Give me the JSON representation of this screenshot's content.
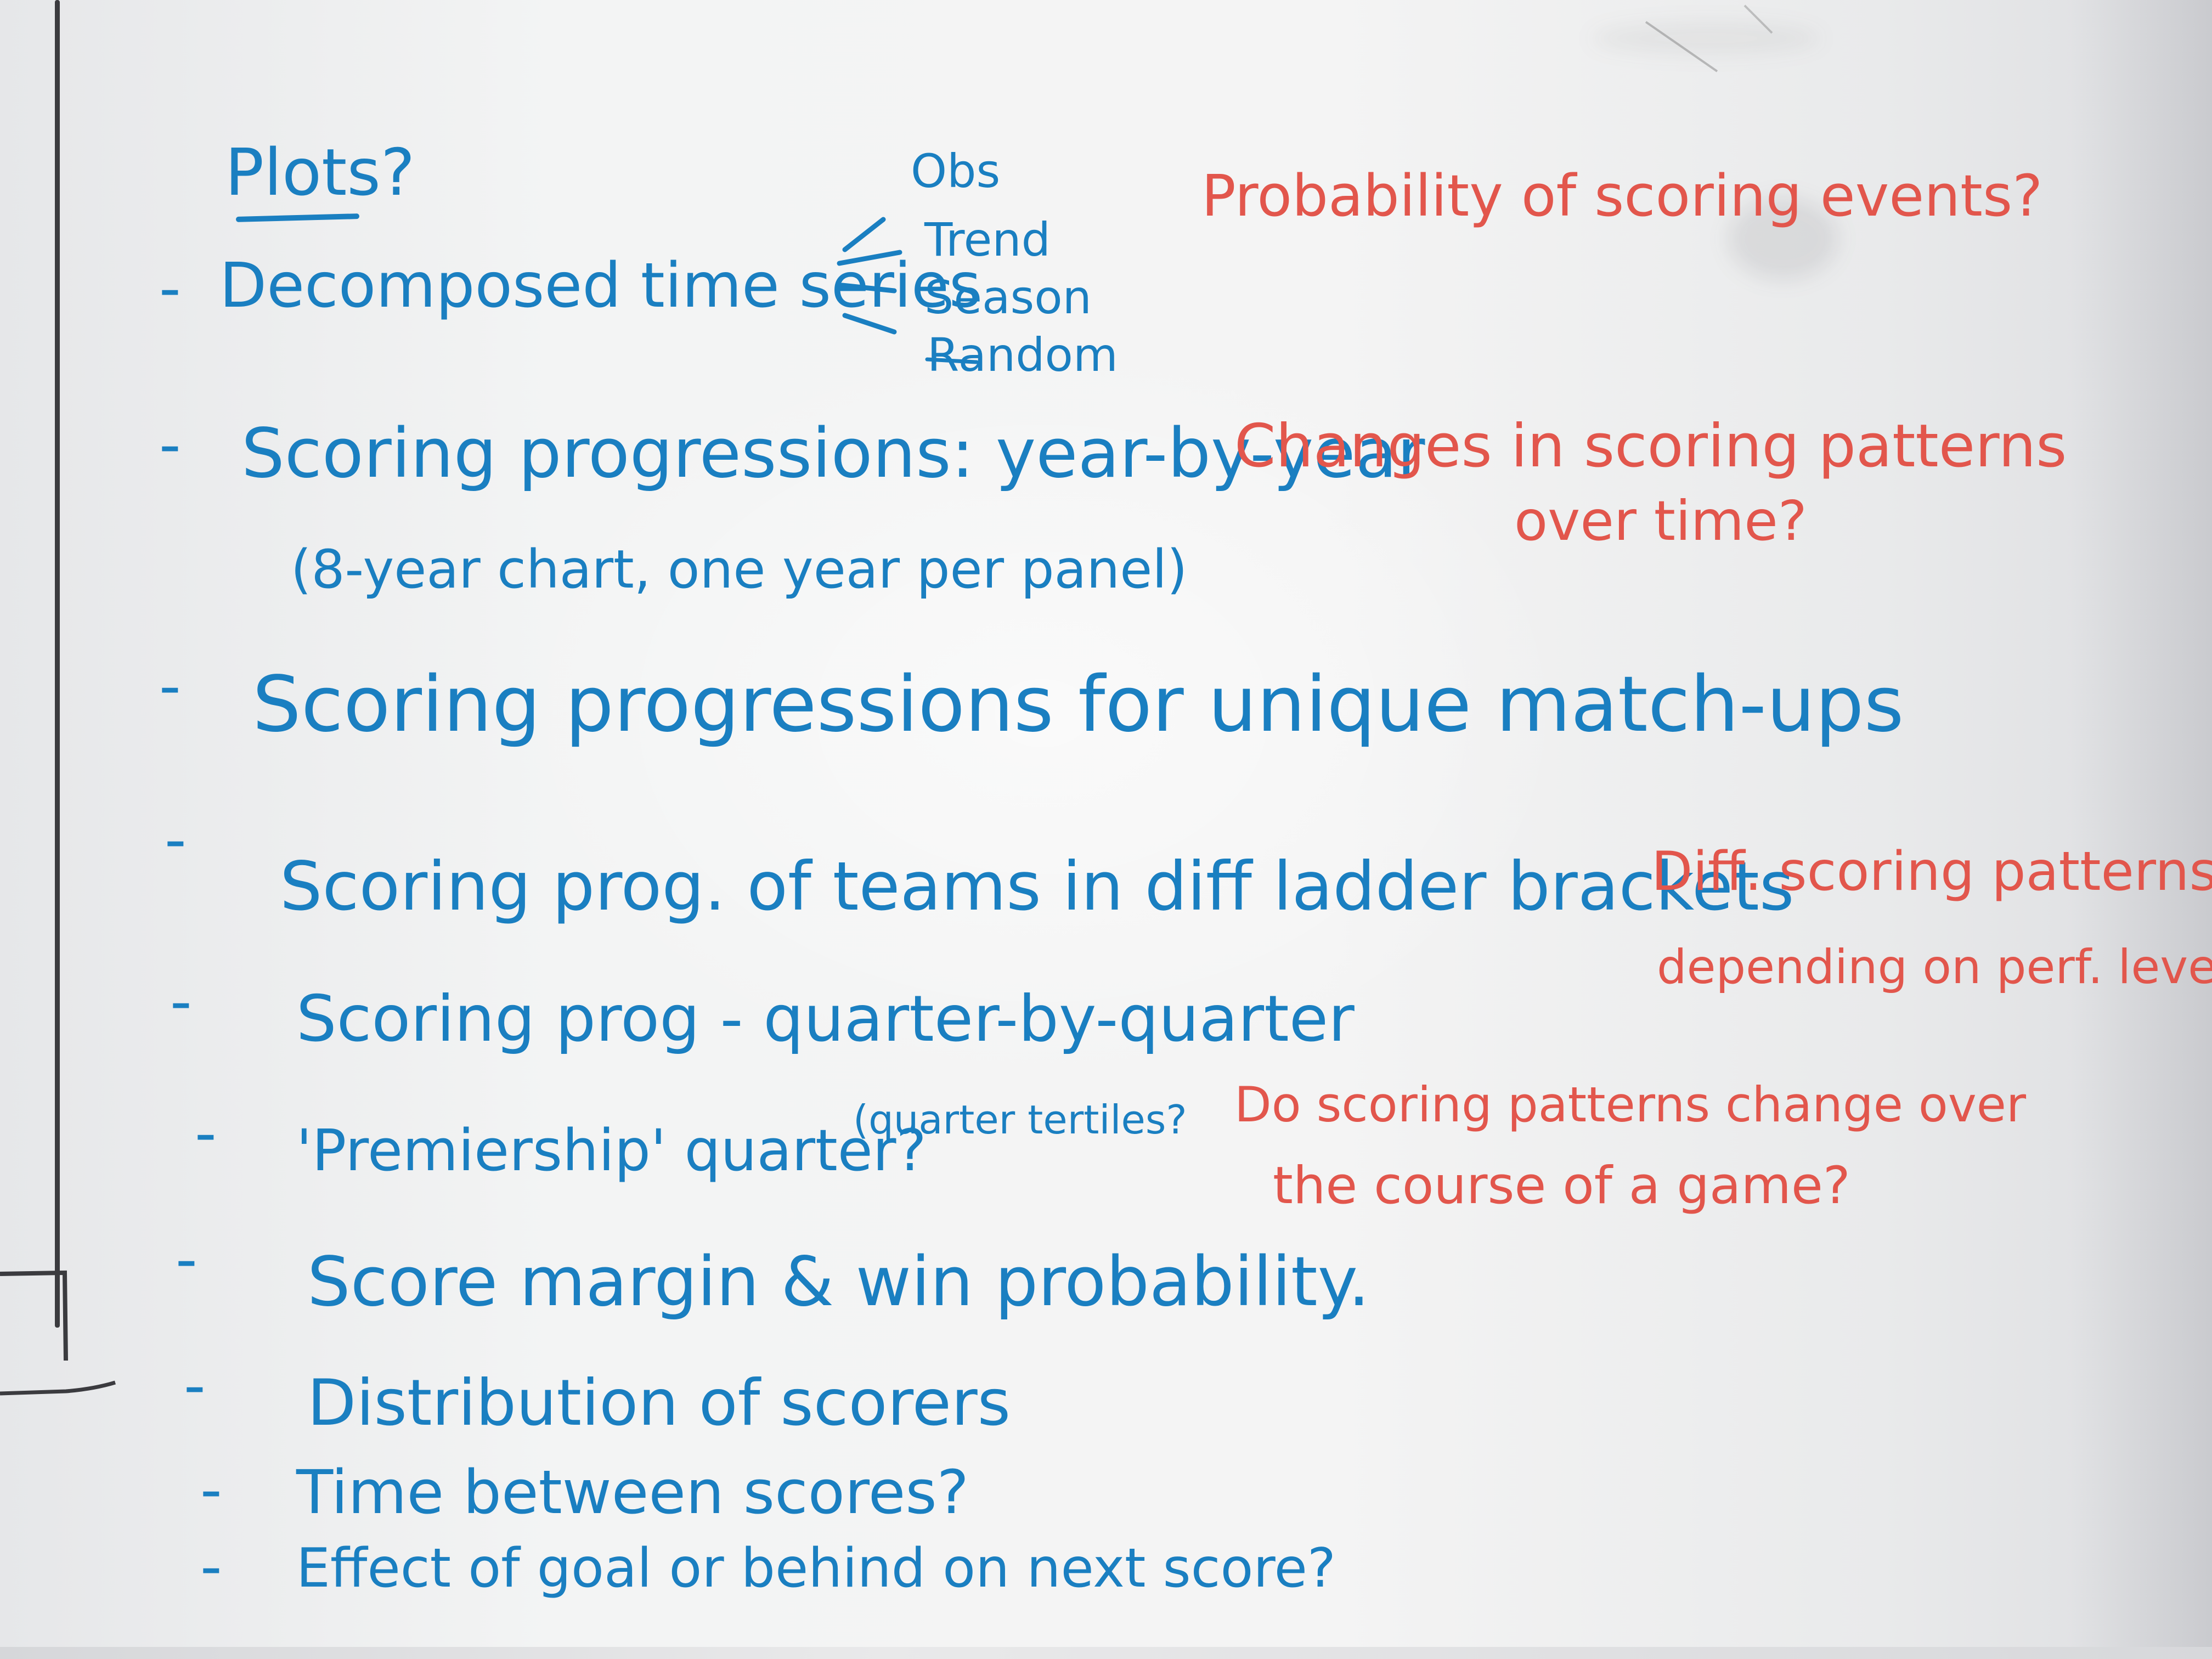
{
  "whiteboard": {
    "heading": "Plots?",
    "decomposition": {
      "labels": [
        "Obs",
        "Trend",
        "Season",
        "Random"
      ]
    },
    "items": [
      {
        "text": "Decomposed time series"
      },
      {
        "text": "Scoring progressions: year-by-year",
        "sub": "(8-year chart, one year per panel)"
      },
      {
        "text": "Scoring progressions for unique match-ups"
      },
      {
        "text": "Scoring prog. of teams in diff ladder brackets"
      },
      {
        "text": "Scoring prog - quarter-by-quarter",
        "note": "(quarter tertiles?"
      },
      {
        "text": "'Premiership' quarter?"
      },
      {
        "text": "Score margin & win probability."
      },
      {
        "text": "Distribution of scorers"
      },
      {
        "text": "Time between scores?"
      },
      {
        "text": "Effect of goal or behind on next score?"
      }
    ],
    "dash": "-",
    "questions": [
      {
        "lines": [
          "Probability of scoring events?"
        ]
      },
      {
        "lines": [
          "Changes in scoring patterns",
          "over time?"
        ]
      },
      {
        "lines": [
          "Diff. scoring patterns",
          "depending on perf. level?"
        ]
      },
      {
        "lines": [
          "Do scoring patterns change over",
          "the course of a game?"
        ]
      }
    ]
  },
  "colors": {
    "blue_marker": "#1a7fc1",
    "red_marker": "#e2564c",
    "board": "#f2f3f3",
    "frame": "#3b3b3f"
  }
}
